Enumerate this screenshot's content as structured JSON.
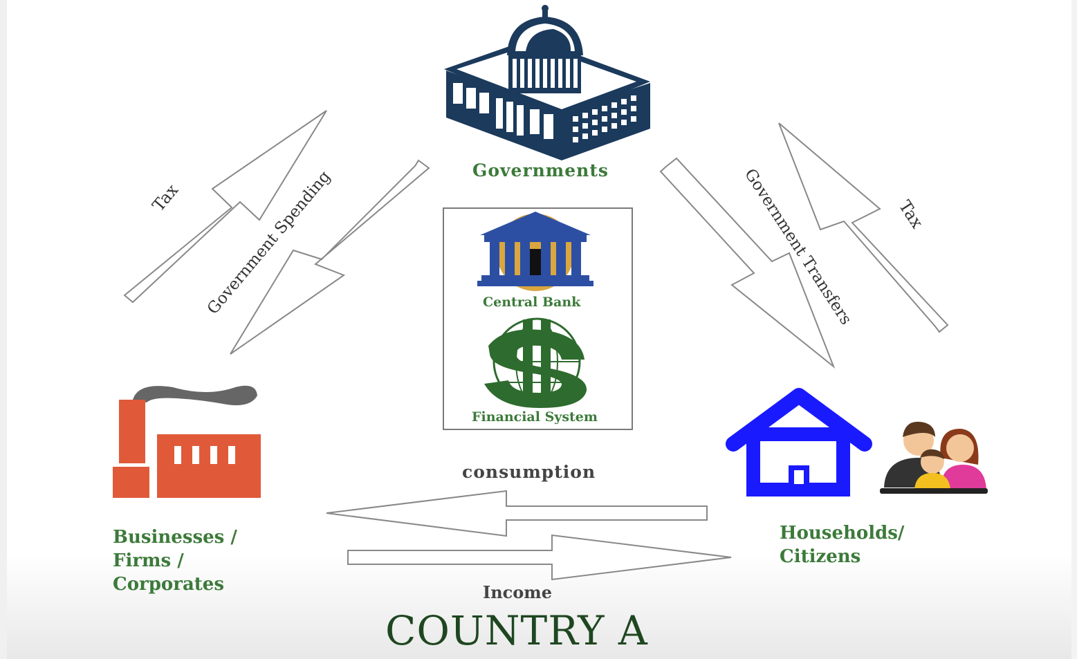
{
  "nodes": {
    "governments": "Governments",
    "central_bank": "Central Bank",
    "financial_system": "Financial System",
    "businesses": [
      "Businesses /",
      "Firms /",
      "Corporates"
    ],
    "households": [
      "Households/",
      "Citizens"
    ]
  },
  "flows": {
    "tax_left": "Tax",
    "gov_spending": "Government Spending",
    "gov_transfers": "Government Transfers",
    "tax_right": "Tax",
    "consumption": "consumption",
    "income": "Income"
  },
  "title": "COUNTRY A",
  "colors": {
    "label_green": "#3c7a3a",
    "title_green": "#1e4620",
    "government_navy": "#1b3a5c",
    "factory_orange": "#e05a3a",
    "house_blue": "#1a1aff",
    "dollar_green": "#2e6b2e",
    "bank_blue": "#2d4fa3"
  }
}
